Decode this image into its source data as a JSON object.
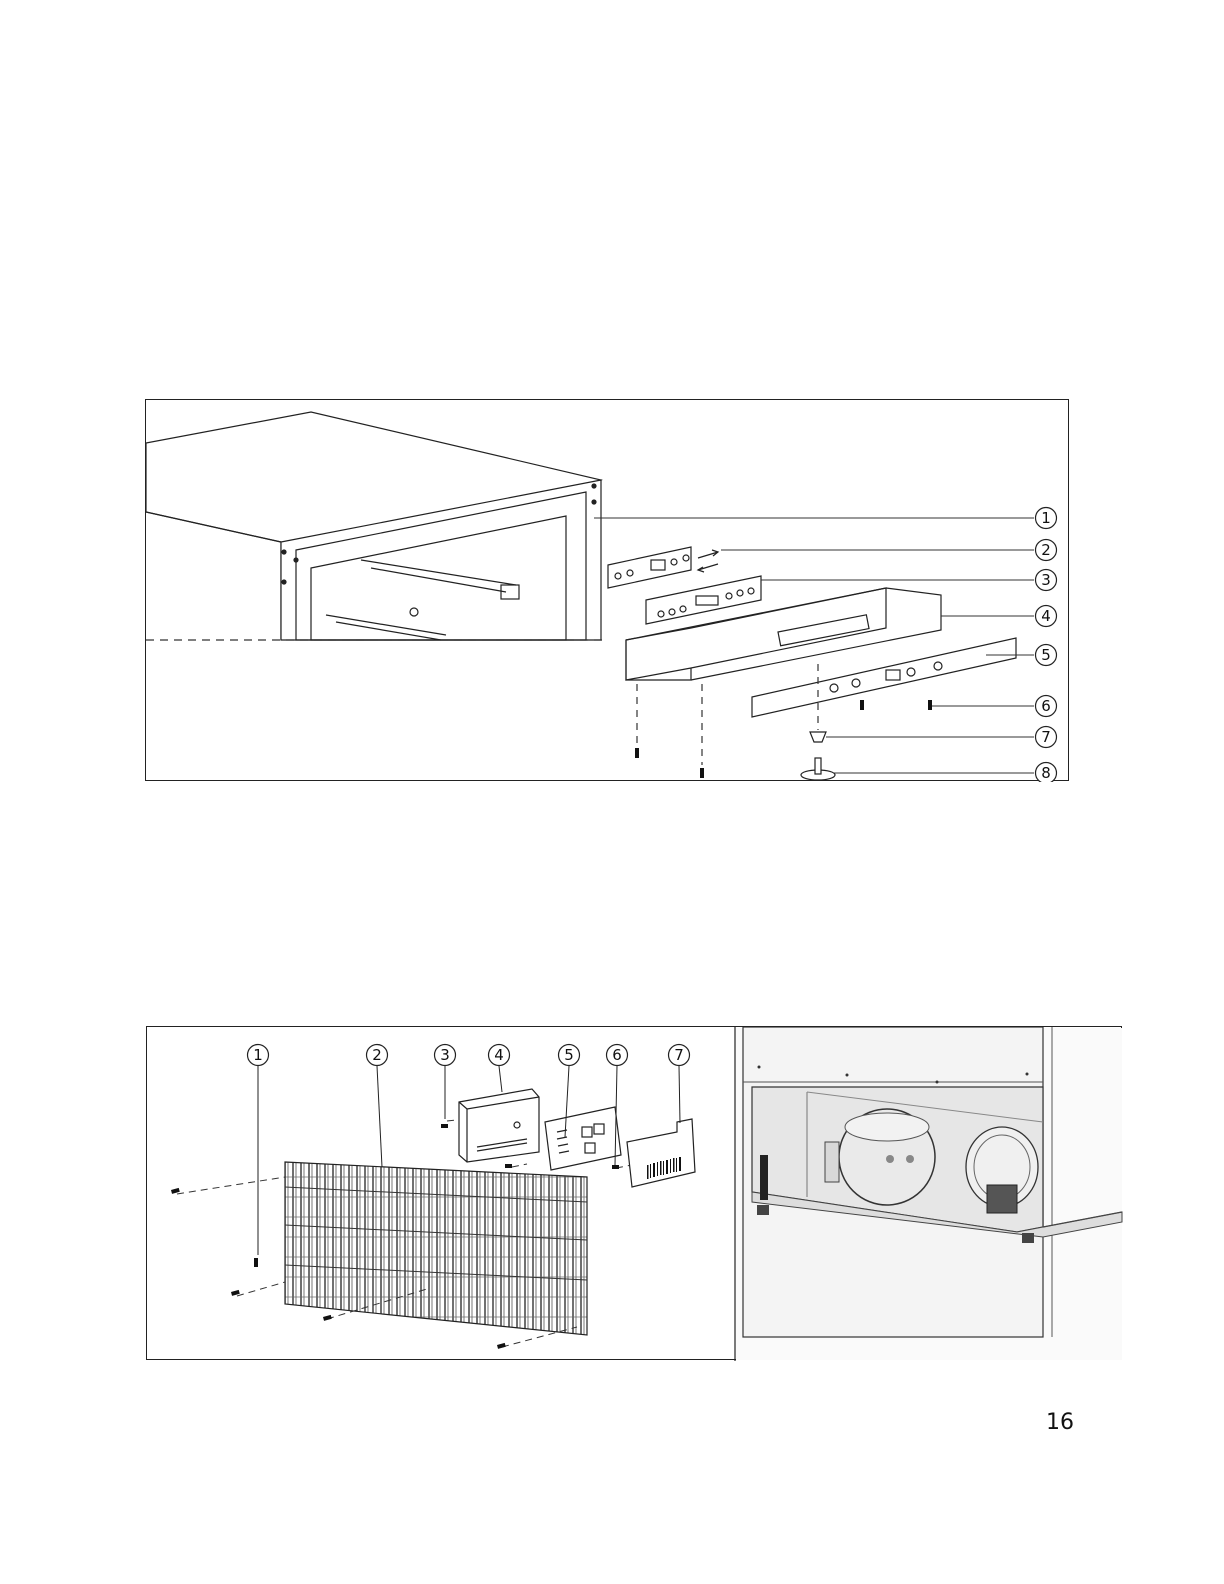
{
  "figure1": {
    "callouts": [
      "1",
      "2",
      "3",
      "4",
      "5",
      "6",
      "7",
      "8"
    ]
  },
  "figure2": {
    "callouts": [
      "1",
      "2",
      "3",
      "4",
      "5",
      "6",
      "7"
    ]
  },
  "page_number": "16"
}
